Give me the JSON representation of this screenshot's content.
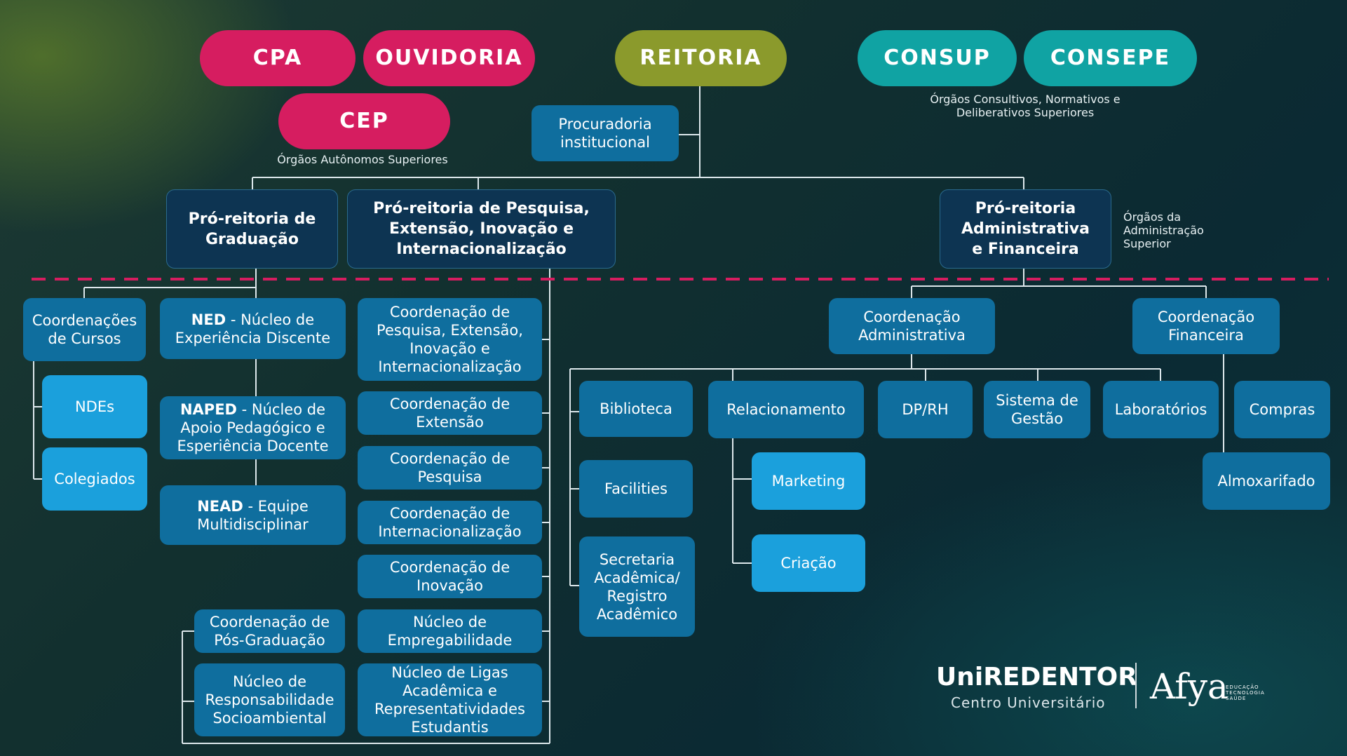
{
  "colors": {
    "pink": "#d61d60",
    "olive": "#8b9a2c",
    "teal": "#10a3a3",
    "navy": "#0d3452",
    "blue": "#0f6e9e",
    "light_blue": "#1ba0dc",
    "dashed_divider": "#d61d60"
  },
  "top": {
    "cpa": "CPA",
    "ouvidoria": "OUVIDORIA",
    "cep": "CEP",
    "autonomos_note": "Órgãos Autônomos Superiores",
    "reitoria": "REITORIA",
    "procuradoria": "Procuradoria institucional",
    "consup": "CONSUP",
    "consepe": "CONSEPE",
    "consultivos_note": "Órgãos Consultivos, Normativos e Deliberativos Superiores"
  },
  "proreitorias": {
    "graduacao": "Pró-reitoria de Graduação",
    "pesquisa": "Pró-reitoria de Pesquisa, Extensão, Inovação e Internacionalização",
    "administrativa": "Pró-reitoria Administrativa e Financeira",
    "admin_note": "Órgãos da Administração Superior"
  },
  "graduacao": {
    "coordenacoes_cursos": "Coordenações de Cursos",
    "ndes": "NDEs",
    "colegiados": "Colegiados",
    "ned_abbr": "NED",
    "ned_rest": " - Núcleo de Experiência Discente",
    "naped_abbr": "NAPED",
    "naped_rest": " - Núcleo de Apoio Pedagógico e Esperiência Docente",
    "nead_abbr": "NEAD",
    "nead_rest": " - Equipe Multidisciplinar"
  },
  "pesquisa": {
    "coord_pesq_ext": "Coordenação de Pesquisa, Extensão, Inovação e Internacionalização",
    "coord_extensao": "Coordenação de Extensão",
    "coord_pesquisa": "Coordenação de Pesquisa",
    "coord_internacionalizacao": "Coordenação de Internacionalização",
    "coord_inovacao": "Coordenação de Inovação",
    "nucleo_empregabilidade": "Núcleo de Empregabilidade",
    "nucleo_ligas": "Núcleo de Ligas Acadêmica e Representatividades Estudantis",
    "coord_pos": "Coordenação de Pós-Graduação",
    "nucleo_responsabilidade": "Núcleo de Responsabilidade Socioambiental"
  },
  "administrativa": {
    "coord_administrativa": "Coordenação Administrativa",
    "coord_financeira": "Coordenação Financeira",
    "biblioteca": "Biblioteca",
    "relacionamento": "Relacionamento",
    "dp_rh": "DP/RH",
    "sistema_gestao": "Sistema de Gestão",
    "laboratorios": "Laboratórios",
    "compras": "Compras",
    "facilities": "Facilities",
    "marketing": "Marketing",
    "criacao": "Criação",
    "secretaria": "Secretaria Acadêmica/ Registro Acadêmico",
    "almoxarifado": "Almoxarifado"
  },
  "logo": {
    "brand": "UniREDENTOR",
    "subtitle": "Centro Universitário",
    "partner": "Afya",
    "partner_tagline": "EDUCAÇÃO TECNOLOGIA SAÚDE"
  }
}
